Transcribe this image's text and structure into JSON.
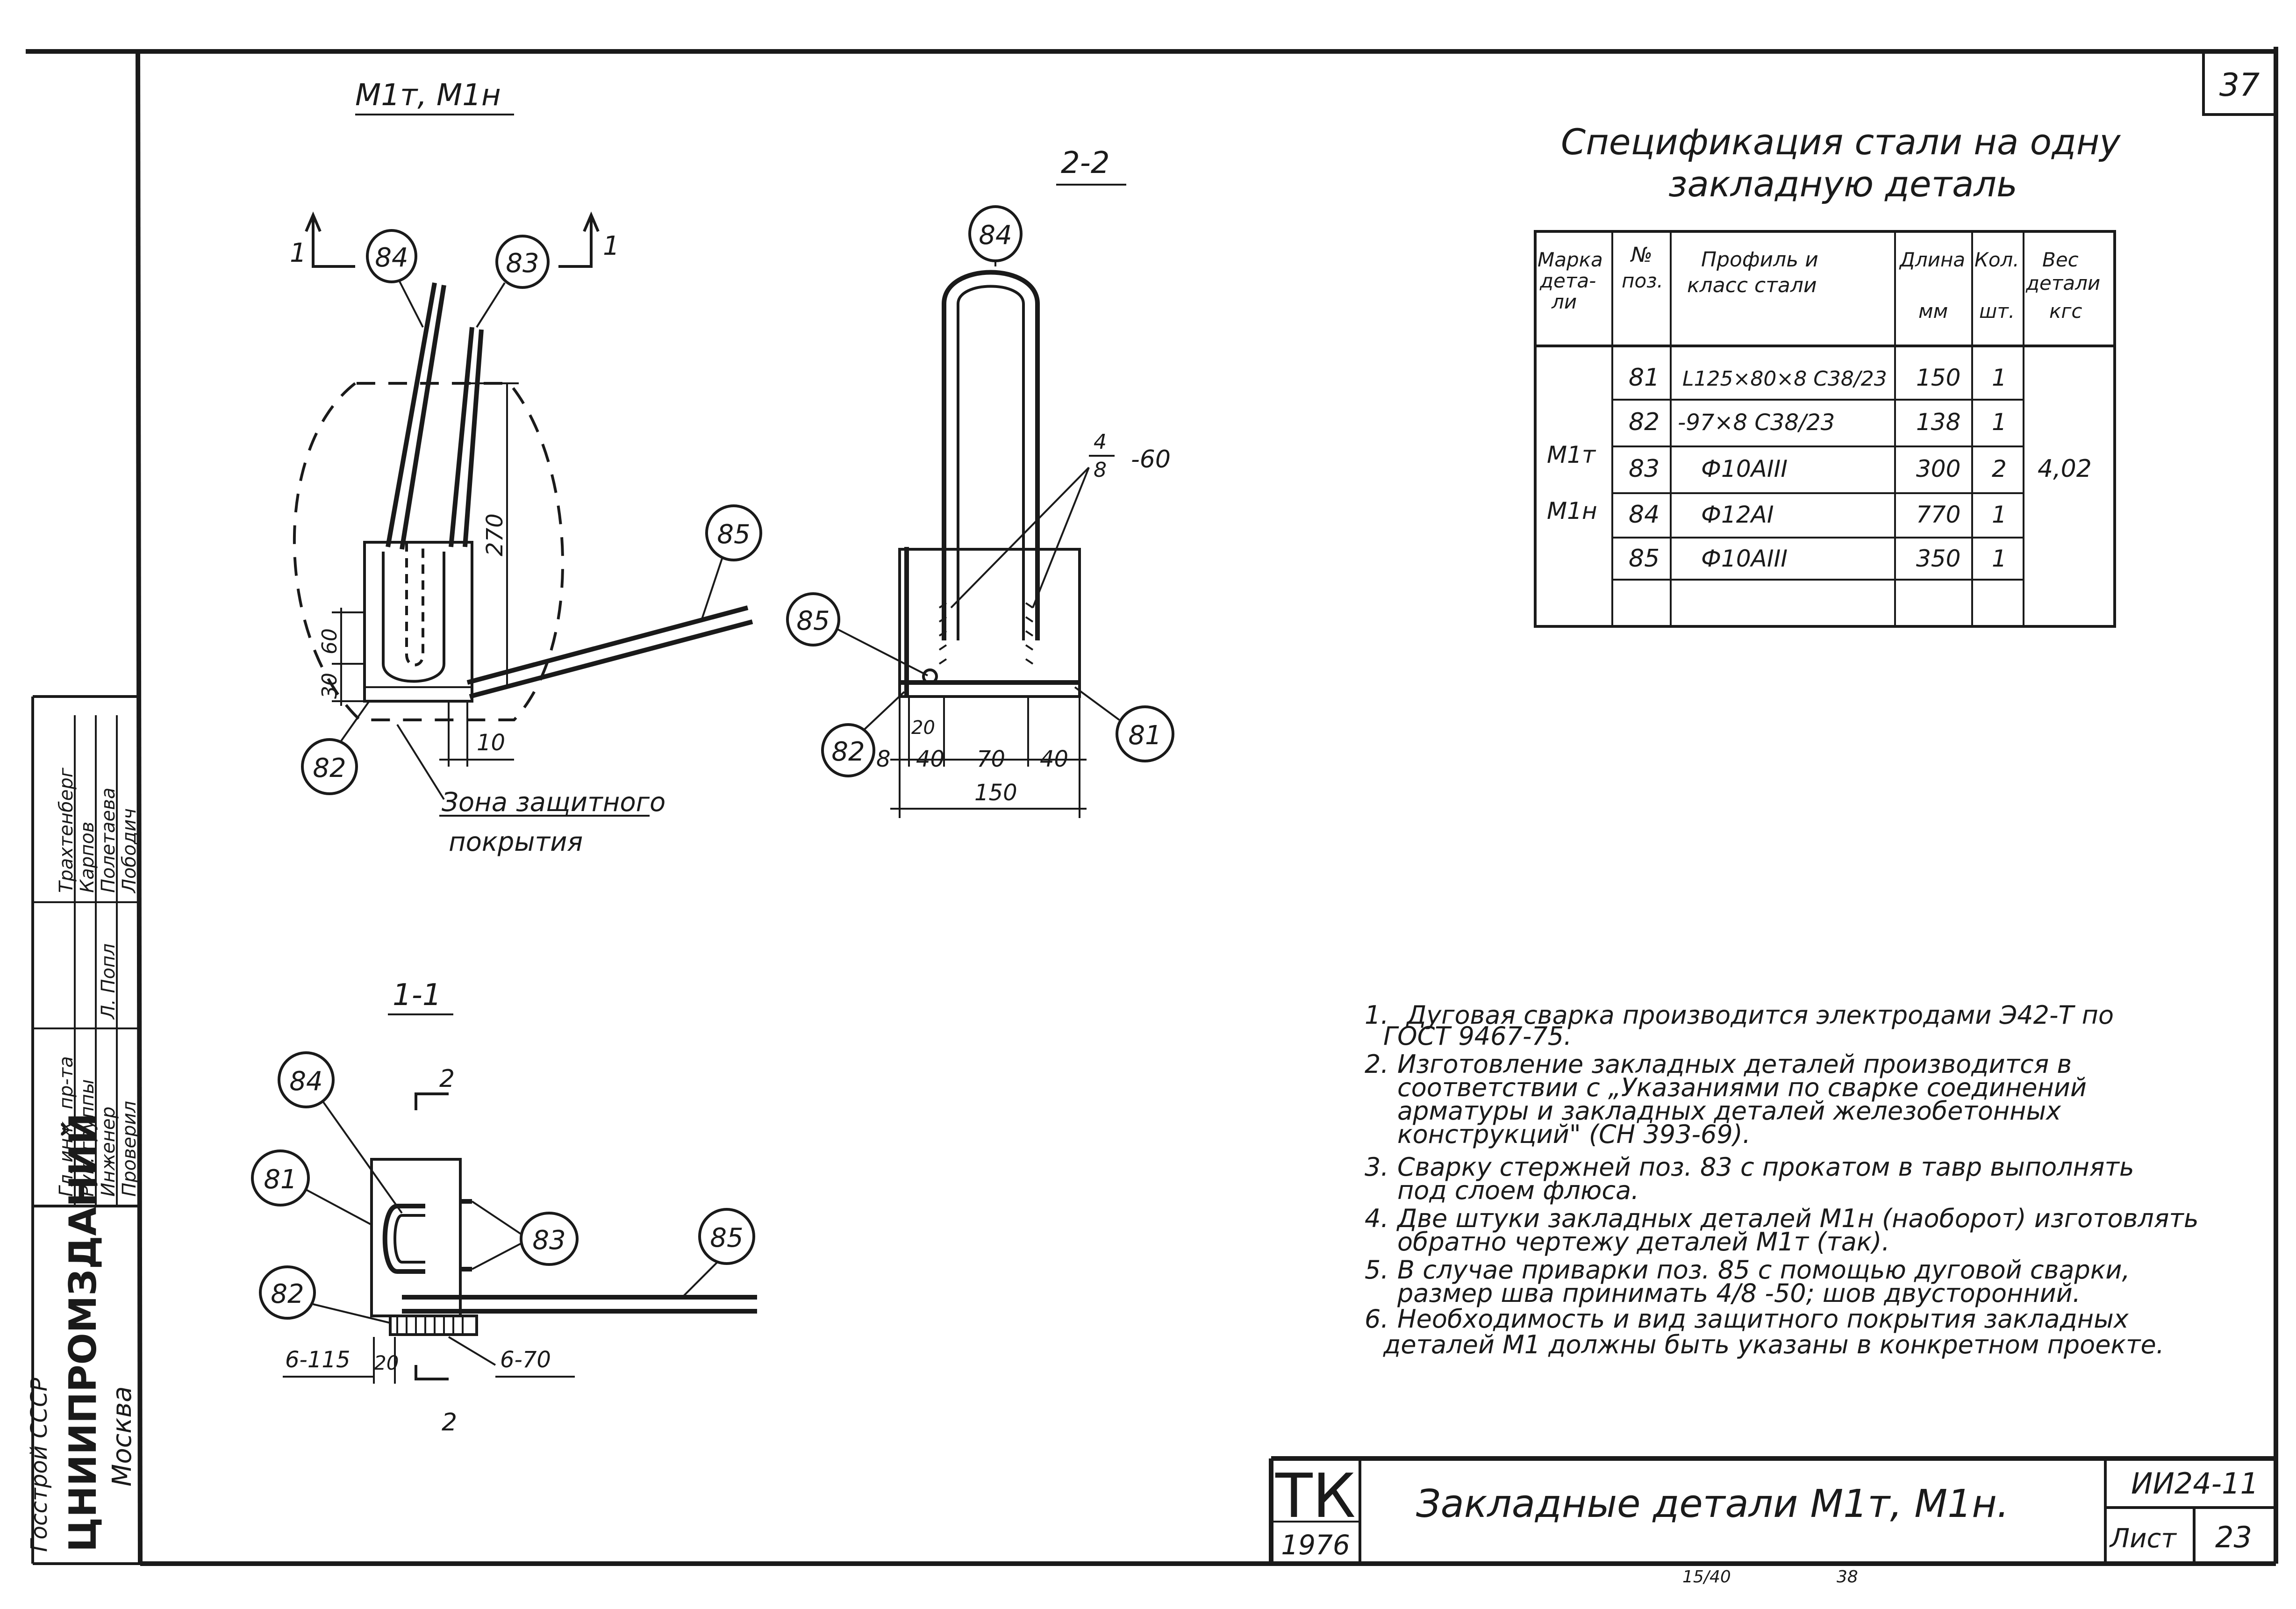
{
  "sheet": {
    "number": "37",
    "code": "ИИ24-11",
    "sheet_label": "Лист",
    "sheet_no": "23",
    "stamp_main": "ТК",
    "stamp_year": "1976",
    "title": "Закладные детали М1т, М1н.",
    "footer_marks": [
      "15/40",
      "38"
    ]
  },
  "organization": {
    "name": "ЦНИИПРОМЗДАНИЙ",
    "city": "Москва",
    "top": "Госстрой СССР"
  },
  "signatures": {
    "rows": [
      {
        "role": "Проверил",
        "sign": "",
        "name": "Лободич"
      },
      {
        "role": "Инженер",
        "sign": "Л. Попл",
        "name": "Полетаева"
      },
      {
        "role": "Рук. группы",
        "sign": "",
        "name": "Карпов"
      },
      {
        "role": "Гл. инж. пр-та",
        "sign": "",
        "name": "Трахтенберг"
      }
    ]
  },
  "views": {
    "main": {
      "title": "М1т, М1н",
      "section_marks": [
        "1",
        "1"
      ]
    },
    "section_2_2": {
      "title": "2-2"
    },
    "section_1_1": {
      "title": "1-1",
      "cut_marks": [
        "2",
        "2"
      ]
    }
  },
  "callouts": {
    "c81": "81",
    "c82": "82",
    "c83": "83",
    "c84": "84",
    "c85": "85"
  },
  "dimensions": {
    "main": {
      "d270": "270",
      "d60": "60",
      "d30": "30",
      "d10": "10"
    },
    "s22": {
      "d20": "20",
      "d8": "8",
      "d40a": "40",
      "d70": "70",
      "d40b": "40",
      "d150": "150",
      "weld_num": "4",
      "weld_den": "8",
      "weld_len": "-60"
    },
    "s11": {
      "d6_115": "6-115",
      "d20": "20",
      "d6_70": "6-70"
    }
  },
  "zone_label": [
    "Зона защитного",
    "покрытия"
  ],
  "spec": {
    "title": [
      "Спецификация стали на одну",
      "закладную деталь"
    ],
    "headers": {
      "mark": [
        "Марка",
        "дета-",
        "ли"
      ],
      "pos": [
        "№",
        "поз."
      ],
      "profile": [
        "Профиль и",
        "класс стали"
      ],
      "length": [
        "Длина",
        "мм"
      ],
      "qty": [
        "Кол.",
        "шт."
      ],
      "weight": [
        "Вес",
        "детали",
        "кгс"
      ]
    },
    "mark_values": [
      "М1т",
      "М1н"
    ],
    "rows": [
      {
        "pos": "81",
        "profile": "L125×80×8 С38/23",
        "length": "150",
        "qty": "1"
      },
      {
        "pos": "82",
        "profile": "-97×8 С38/23",
        "length": "138",
        "qty": "1"
      },
      {
        "pos": "83",
        "profile": "Ф10АIII",
        "length": "300",
        "qty": "2"
      },
      {
        "pos": "84",
        "profile": "Ф12АI",
        "length": "770",
        "qty": "1"
      },
      {
        "pos": "85",
        "profile": "Ф10АIII",
        "length": "350",
        "qty": "1"
      }
    ],
    "weight": "4,02"
  },
  "notes": [
    {
      "n": "1.",
      "lines": [
        "Дуговая сварка производится электродами Э42-Т по",
        "ГОСТ 9467-75."
      ]
    },
    {
      "n": "2.",
      "lines": [
        "Изготовление закладных деталей производится в",
        "соответствии с „Указаниями по сварке соединений",
        "арматуры и закладных деталей железобетонных",
        "конструкций\" (СН 393-69)."
      ]
    },
    {
      "n": "3.",
      "lines": [
        "Сварку стержней поз. 83 с прокатом в тавр выполнять",
        "под слоем флюса."
      ]
    },
    {
      "n": "4.",
      "lines": [
        "Две штуки закладных деталей М1н (наоборот) изготовлять",
        "обратно чертежу деталей М1т (так)."
      ]
    },
    {
      "n": "5.",
      "lines": [
        "В случае приварки поз. 85 с помощью дуговой сварки,",
        "размер шва принимать 4/8 -50; шов двусторонний."
      ]
    },
    {
      "n": "6.",
      "lines": [
        "Необходимость и вид защитного покрытия закладных",
        "деталей М1 должны быть указаны в конкретном проекте."
      ]
    }
  ]
}
